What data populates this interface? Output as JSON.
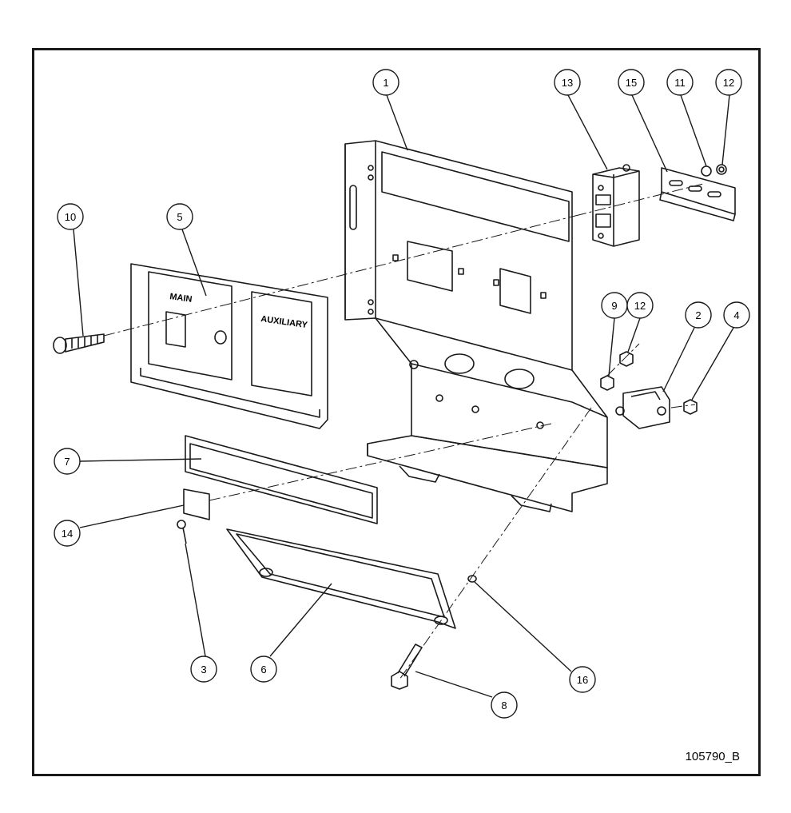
{
  "drawing": {
    "document_id": "105790_B",
    "panel_labels": {
      "main": "MAIN",
      "auxiliary": "AUXILIARY"
    },
    "callouts": [
      "1",
      "13",
      "15",
      "11",
      "12",
      "10",
      "5",
      "9",
      "12",
      "2",
      "4",
      "7",
      "14",
      "3",
      "6",
      "16",
      "8"
    ]
  }
}
